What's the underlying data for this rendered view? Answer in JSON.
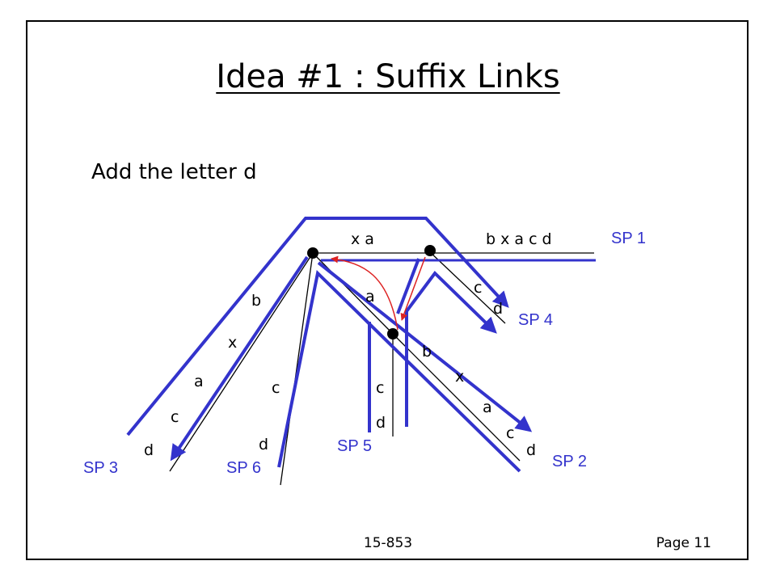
{
  "title": "Idea #1 : Suffix Links",
  "subtitle": "Add the letter d",
  "footer": {
    "course": "15-853",
    "page": "Page 11"
  },
  "colors": {
    "path": "#3333cc",
    "suffix_link": "#dd2222",
    "tree": "#000000"
  },
  "edge_labels": {
    "root_right_top": "x a",
    "right_top": "b x a c  d",
    "left_b": "b",
    "left_x": "x",
    "left_a": "a",
    "left_c": "c",
    "left_d": "d",
    "mid_c": "c",
    "mid_d": "d",
    "inner_a": "a",
    "inner_b": "b",
    "inner_x": "x",
    "inner_a2": "a",
    "inner_c": "c",
    "inner_d": "d",
    "node2_c": "c",
    "node2_d": "d",
    "node3_c": "c",
    "node3_d": "d"
  },
  "sp_labels": {
    "sp1": "SP 1",
    "sp2": "SP 2",
    "sp3": "SP 3",
    "sp4": "SP 4",
    "sp5": "SP 5",
    "sp6": "SP 6"
  }
}
